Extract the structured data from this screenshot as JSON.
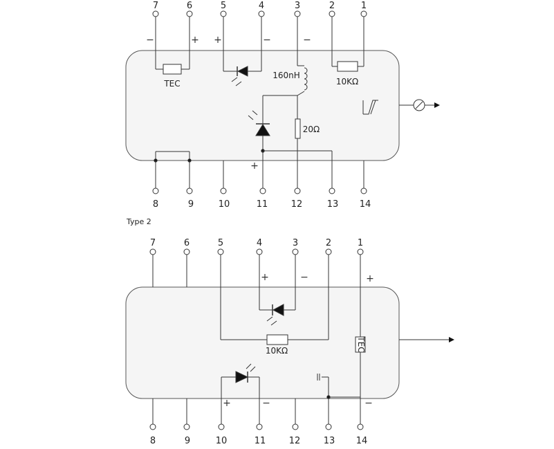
{
  "diagram1": {
    "pins_top": [
      "7",
      "6",
      "5",
      "4",
      "3",
      "2",
      "1"
    ],
    "pins_bottom": [
      "8",
      "9",
      "10",
      "11",
      "12",
      "13",
      "14"
    ],
    "signs": {
      "p7": "−",
      "p6": "+",
      "p5": "+",
      "p4": "−",
      "p3": "−",
      "p11": "+"
    },
    "labels": {
      "tec": "TEC",
      "inductor": "160nH",
      "thermistor": "10KΩ",
      "resistor": "20Ω"
    }
  },
  "type_label": "Type 2",
  "diagram2": {
    "pins_top": [
      "7",
      "6",
      "5",
      "4",
      "3",
      "2",
      "1"
    ],
    "pins_bottom": [
      "8",
      "9",
      "10",
      "11",
      "12",
      "13",
      "14"
    ],
    "signs": {
      "p4": "+",
      "p3": "−",
      "p1": "+",
      "p10": "+",
      "p11": "−",
      "p14": "−"
    },
    "labels": {
      "thermistor": "10KΩ",
      "tec": "TEC"
    }
  }
}
